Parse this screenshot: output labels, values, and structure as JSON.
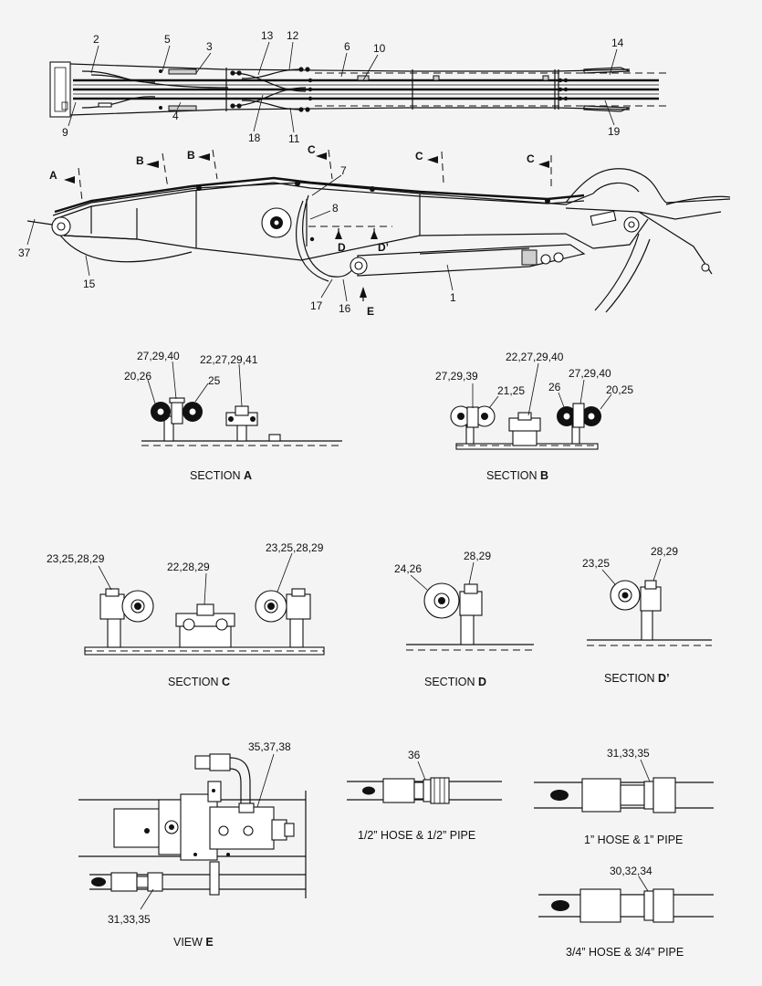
{
  "callouts": {
    "n2": "2",
    "n5": "5",
    "n3": "3",
    "n13": "13",
    "n12": "12",
    "n6": "6",
    "n10": "10",
    "n14": "14",
    "n9": "9",
    "n4": "4",
    "n18": "18",
    "n11": "11",
    "n19": "19",
    "n7": "7",
    "n8": "8",
    "n37": "37",
    "n15": "15",
    "n17": "17",
    "n16": "16",
    "n1": "1",
    "secA_1": "27,29,40",
    "secA_2": "20,26",
    "secA_3": "25",
    "secA_4": "22,27,29,41",
    "secB_1": "22,27,29,40",
    "secB_2": "27,29,39",
    "secB_3": "21,25",
    "secB_4": "26",
    "secB_5": "27,29,40",
    "secB_6": "20,25",
    "secC_1": "23,25,28,29",
    "secC_2": "22,28,29",
    "secC_3": "23,25,28,29",
    "secD_1": "24,26",
    "secD_2": "28,29",
    "secDp_1": "23,25",
    "secDp_2": "28,29",
    "viewE_1": "35,37,38",
    "viewE_2": "31,33,35",
    "hose36": "36",
    "hose31": "31,33,35",
    "hose30": "30,32,34"
  },
  "markers": {
    "A": "A",
    "B1": "B",
    "B2": "B",
    "C1": "C",
    "C2": "C",
    "C3": "C",
    "D": "D",
    "Dp": "D’",
    "E": "E"
  },
  "captions": {
    "secA": {
      "prefix": "SECTION ",
      "letter": "A"
    },
    "secB": {
      "prefix": "SECTION ",
      "letter": "B"
    },
    "secC": {
      "prefix": "SECTION ",
      "letter": "C"
    },
    "secD": {
      "prefix": "SECTION ",
      "letter": "D"
    },
    "secDp": {
      "prefix": "SECTION ",
      "letter": "D’"
    },
    "viewE": {
      "prefix": "VIEW ",
      "letter": "E"
    },
    "hose_half": "1/2” HOSE & 1/2” PIPE",
    "hose_one": "1” HOSE & 1” PIPE",
    "hose_three_quarter": "3/4” HOSE & 3/4” PIPE"
  }
}
